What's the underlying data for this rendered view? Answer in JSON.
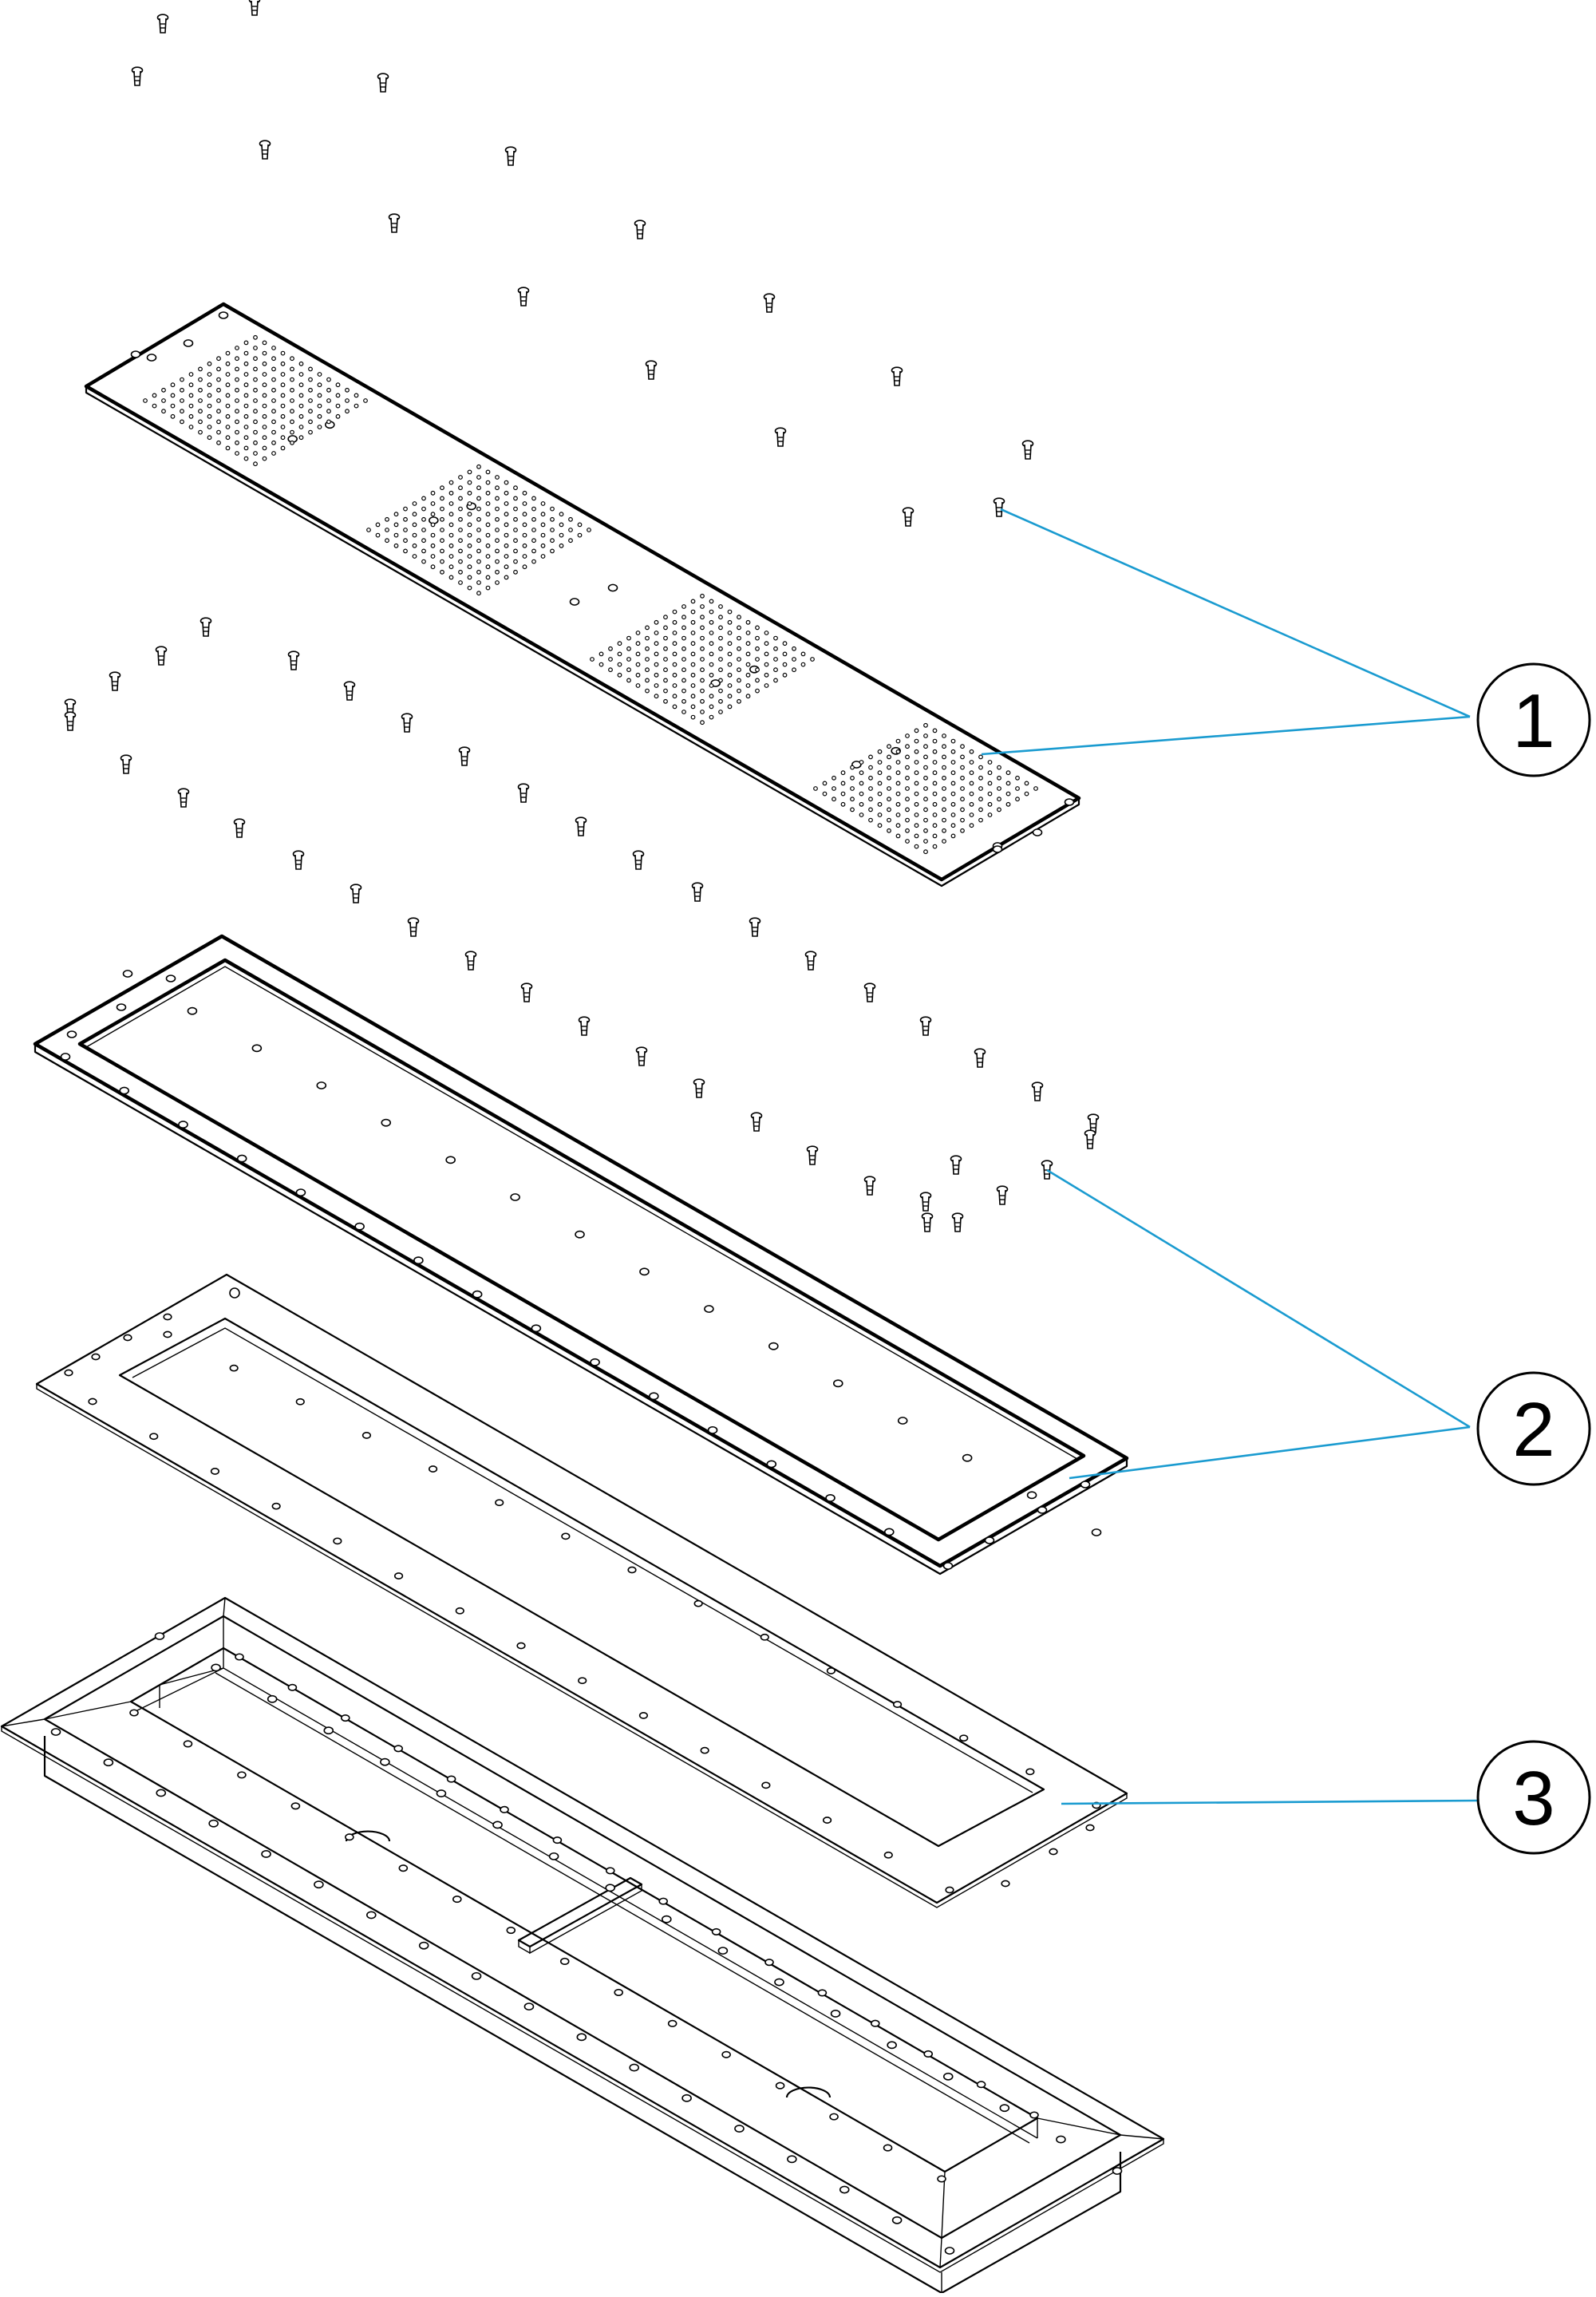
{
  "callouts": [
    {
      "number": "1"
    },
    {
      "number": "2"
    },
    {
      "number": "3"
    }
  ],
  "colors": {
    "line": "#000000",
    "leader": "#1a9bd0",
    "background": "#ffffff"
  }
}
